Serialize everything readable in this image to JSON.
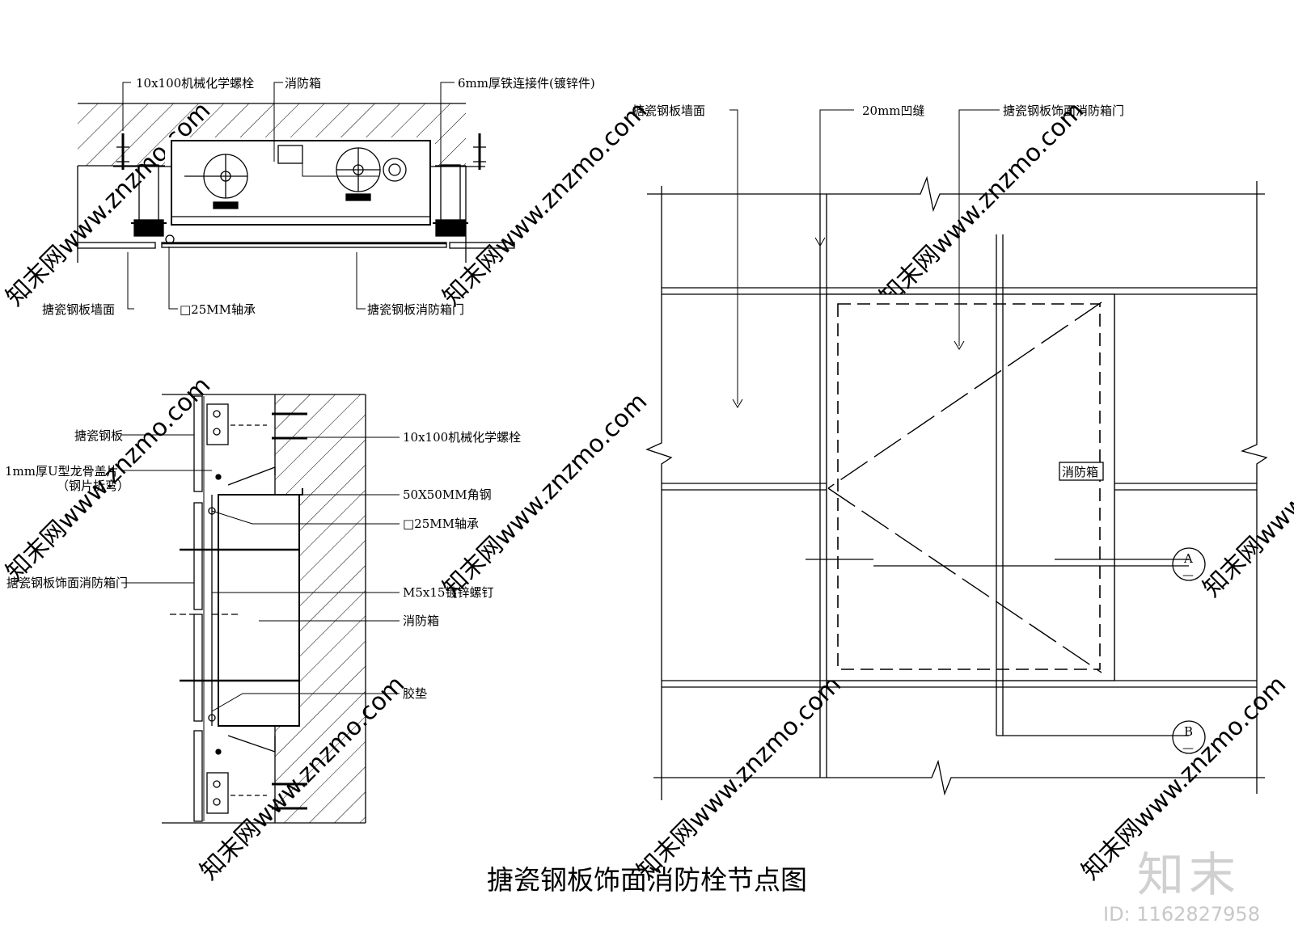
{
  "title": "搪瓷钢板饰面消防栓节点图",
  "brand": {
    "logo": "知末",
    "id": "ID: 1162827958",
    "watermark": "知末网www.znzmo.com"
  },
  "plan_section": {
    "bolt": "10x100机械化学螺栓",
    "box": "消防箱",
    "connector": "6mm厚铁连接件(镀锌件)",
    "wall_face": "搪瓷钢板墙面",
    "bearing": "□25MM轴承",
    "door": "搪瓷钢板消防箱门"
  },
  "vertical_section": {
    "panel": "搪瓷钢板",
    "cover_1": "1mm厚U型龙骨盖片",
    "cover_2": "（钢片折弯）",
    "door": "搪瓷钢板饰面消防箱门",
    "bolt": "10x100机械化学螺栓",
    "angle": "50X50MM角钢",
    "bearing": "□25MM轴承",
    "screw": "M5x15镀锌螺钉",
    "box": "消防箱",
    "gasket": "胶垫"
  },
  "elevation": {
    "wall_face": "搪瓷钢板墙面",
    "groove": "20mm凹缝",
    "door": "搪瓷钢板饰面消防箱门",
    "sign": "消防箱",
    "mark_a": "A",
    "mark_b": "B",
    "dash": "—"
  }
}
